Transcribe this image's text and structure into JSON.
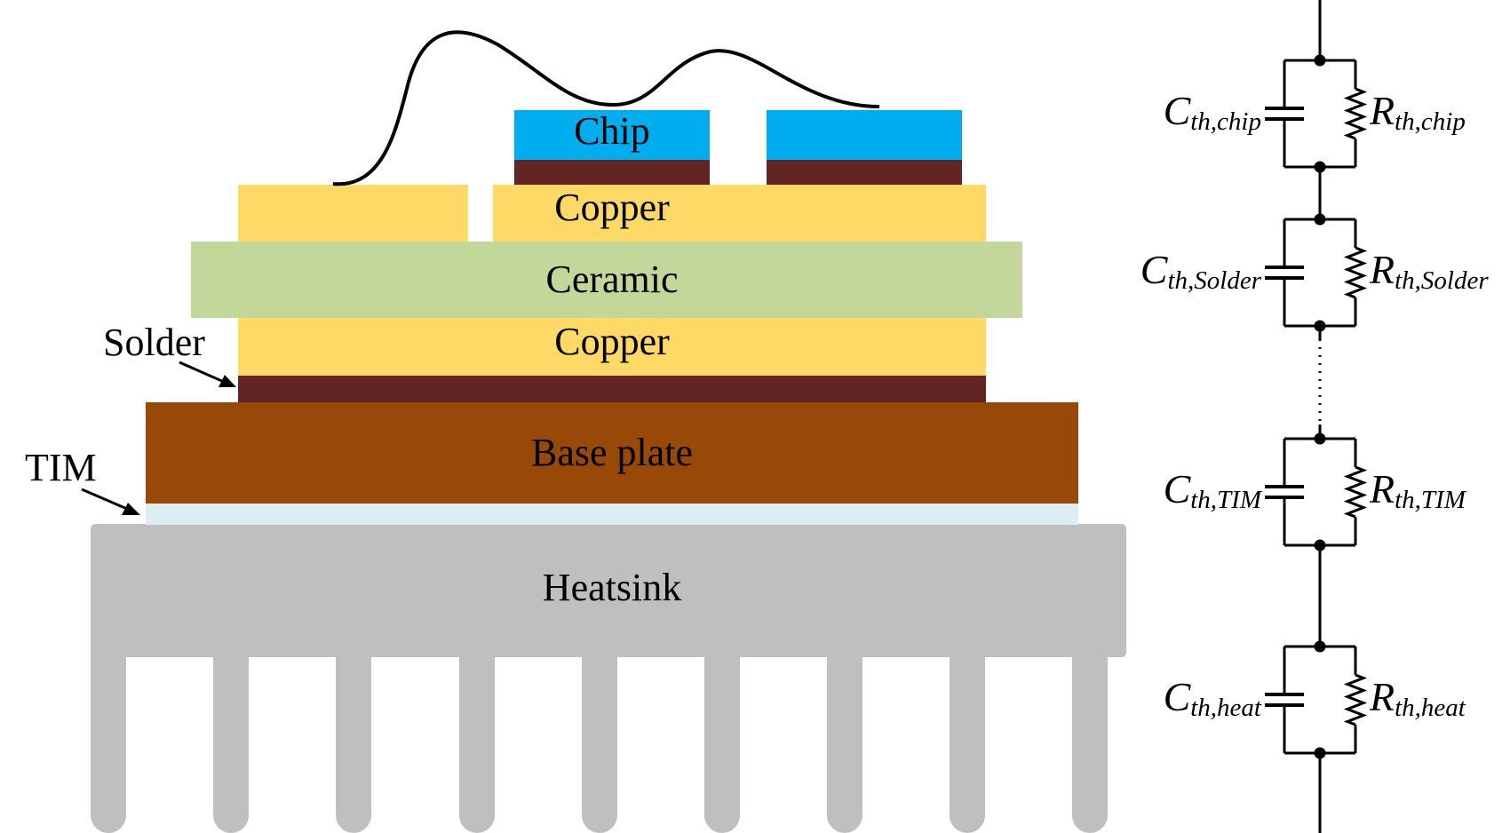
{
  "colors": {
    "chip": "#00AEEF",
    "solder": "#632523",
    "copper": "#FFD966",
    "ceramic": "#C4D79B",
    "base_plate": "#984807",
    "tim": "#DAEEF3",
    "heatsink": "#BFBFBF",
    "wire": "#000000"
  },
  "layers": {
    "chip": "Chip",
    "copper_top": "Copper",
    "ceramic": "Ceramic",
    "copper_bottom": "Copper",
    "base_plate": "Base plate",
    "heatsink": "Heatsink"
  },
  "callouts": {
    "solder": "Solder",
    "tim": "TIM"
  },
  "circuit": {
    "stages": [
      {
        "c_main": "C",
        "c_sub": "th,chip",
        "r_main": "R",
        "r_sub": "th,chip"
      },
      {
        "c_main": "C",
        "c_sub": "th,Solder",
        "r_main": "R",
        "r_sub": "th,Solder"
      },
      {
        "c_main": "C",
        "c_sub": "th,TIM",
        "r_main": "R",
        "r_sub": "th,TIM"
      },
      {
        "c_main": "C",
        "c_sub": "th,heat",
        "r_main": "R",
        "r_sub": "th,heat"
      }
    ]
  }
}
